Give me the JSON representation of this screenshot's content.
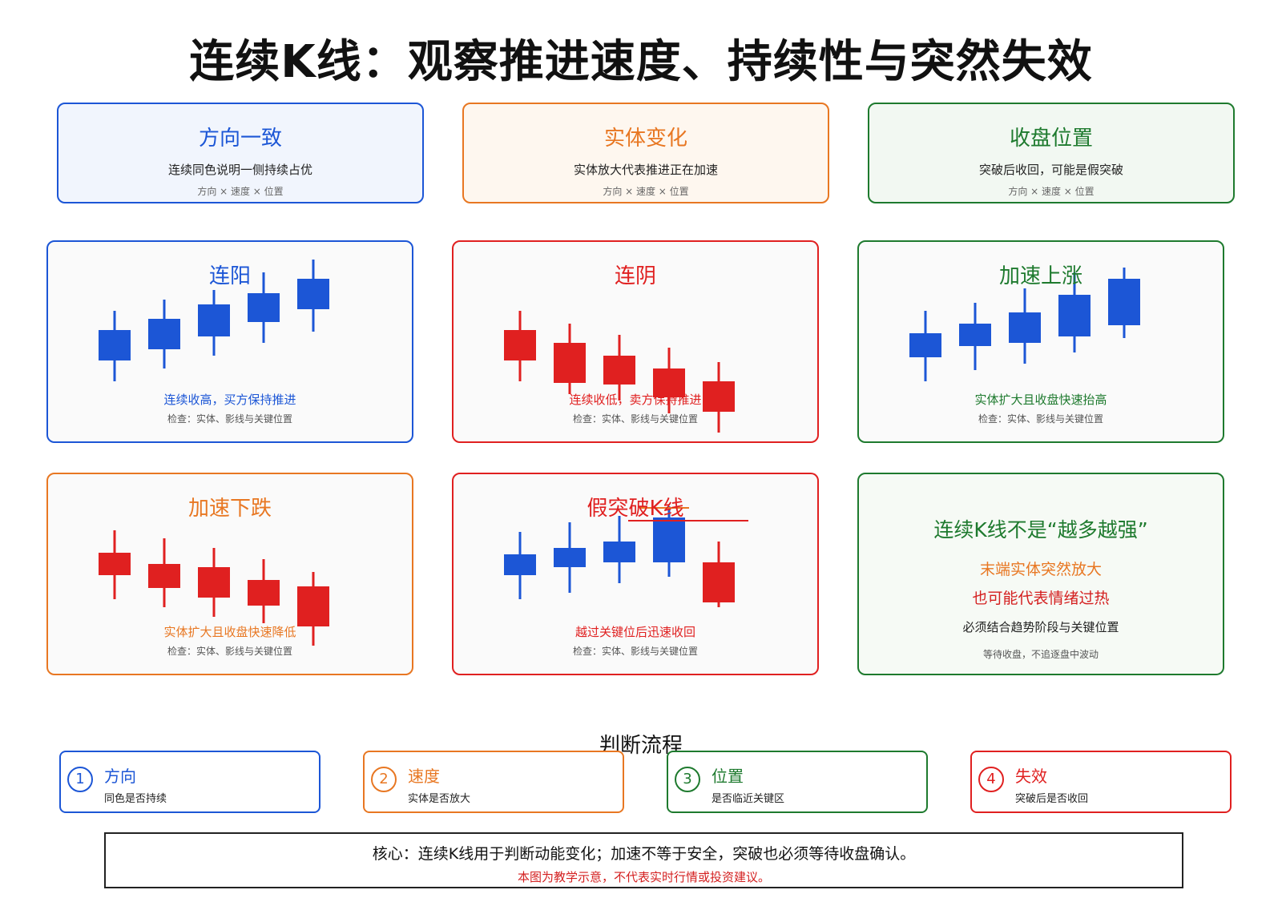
{
  "title": "连续K线：观察推进速度、持续性与突然失效",
  "colors": {
    "blue": "#1c56d6",
    "red": "#e02020",
    "orange": "#e87722",
    "green": "#1e7a2e"
  },
  "top_cards": [
    {
      "title": "方向一致",
      "desc": "连续同色说明一侧持续占优",
      "meta": "方向 × 速度 × 位置",
      "color": "#1c56d6",
      "bg": "#f1f5fd"
    },
    {
      "title": "实体变化",
      "desc": "实体放大代表推进正在加速",
      "meta": "方向 × 速度 × 位置",
      "color": "#e87722",
      "bg": "#fef7ef"
    },
    {
      "title": "收盘位置",
      "desc": "突破后收回，可能是假突破",
      "meta": "方向 × 速度 × 位置",
      "color": "#1e7a2e",
      "bg": "#f2f8f2"
    }
  ],
  "panels": [
    {
      "title": "连阳",
      "caption": "连续收高，买方保持推进",
      "check": "检查：实体、影线与关键位置",
      "color": "#1c56d6"
    },
    {
      "title": "连阴",
      "caption": "连续收低，卖方保持推进",
      "check": "检查：实体、影线与关键位置",
      "color": "#e02020"
    },
    {
      "title": "加速上涨",
      "caption": "实体扩大且收盘快速抬高",
      "check": "检查：实体、影线与关键位置",
      "color": "#1e7a2e"
    },
    {
      "title": "加速下跌",
      "caption": "实体扩大且收盘快速降低",
      "check": "检查：实体、影线与关键位置",
      "color": "#e87722"
    },
    {
      "title": "假突破K线",
      "caption": "越过关键位后迅速收回",
      "check": "检查：实体、影线与关键位置",
      "color": "#e02020"
    }
  ],
  "note_card": {
    "title": "连续K线不是“越多越强”",
    "line1": "末端实体突然放大",
    "line2": "也可能代表情绪过热",
    "line3": "必须结合趋势阶段与关键位置",
    "line4": "等待收盘，不追逐盘中波动"
  },
  "flow": {
    "title": "判断流程",
    "steps": [
      {
        "num": "1",
        "title": "方向",
        "desc": "同色是否持续",
        "color": "#1c56d6"
      },
      {
        "num": "2",
        "title": "速度",
        "desc": "实体是否放大",
        "color": "#e87722"
      },
      {
        "num": "3",
        "title": "位置",
        "desc": "是否临近关键区",
        "color": "#1e7a2e"
      },
      {
        "num": "4",
        "title": "失效",
        "desc": "突破后是否收回",
        "color": "#e02020"
      }
    ]
  },
  "core": {
    "text": "核心：连续K线用于判断动能变化；加速不等于安全，突破也必须等待收盘确认。",
    "disclaimer": "本图为教学示意，不代表实时行情或投资建议。"
  }
}
